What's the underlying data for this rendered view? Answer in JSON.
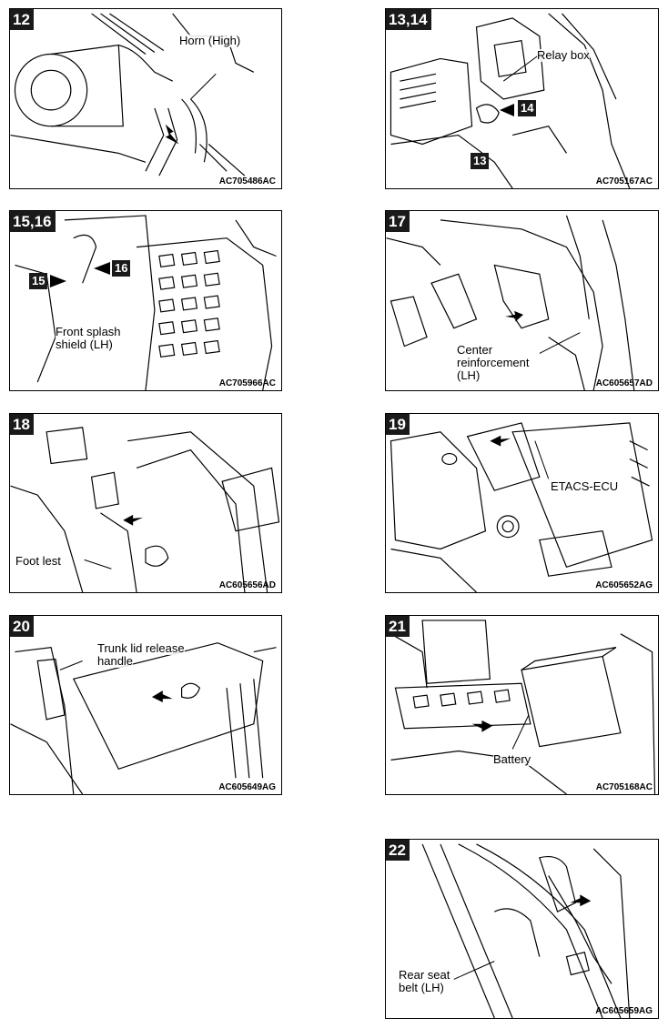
{
  "panels": [
    {
      "step": "12",
      "code": "AC705486AC",
      "labels": [
        "Horn (High)"
      ]
    },
    {
      "step": "13,14",
      "code": "AC705167AC",
      "labels": [
        "Relay box"
      ],
      "callouts": [
        "14",
        "13"
      ]
    },
    {
      "step": "15,16",
      "code": "AC705966AC",
      "labels": [
        "Front splash",
        "shield (LH)"
      ],
      "callouts": [
        "16",
        "15"
      ]
    },
    {
      "step": "17",
      "code": "AC605657AD",
      "labels": [
        "Center",
        "reinforcement",
        "(LH)"
      ]
    },
    {
      "step": "18",
      "code": "AC605656AD",
      "labels": [
        "Foot lest"
      ]
    },
    {
      "step": "19",
      "code": "AC605652AG",
      "labels": [
        "ETACS-ECU"
      ]
    },
    {
      "step": "20",
      "code": "AC605649AG",
      "labels": [
        "Trunk lid release",
        "handle"
      ]
    },
    {
      "step": "21",
      "code": "AC705168AC",
      "labels": [
        "Battery"
      ]
    },
    {
      "step": "22",
      "code": "AC605659AG",
      "labels": [
        "Rear seat",
        "belt (LH)"
      ]
    }
  ]
}
